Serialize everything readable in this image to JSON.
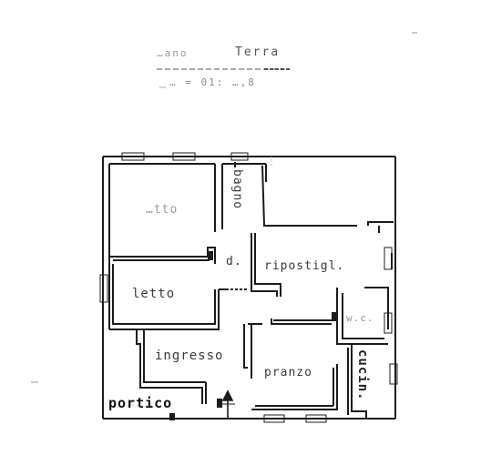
{
  "header": {
    "title_left": "…ano",
    "title_right": "Terra",
    "scale": "… = 01: …,8"
  },
  "rooms": {
    "room_top_left": "…tto",
    "bathroom": "bagno",
    "hall_d": "d.",
    "storage": "ripostigl.",
    "bedroom": "letto",
    "wc": "w.c.",
    "entrance": "ingresso",
    "living": "pranzo",
    "kitchen": "cucin.",
    "porch": "portico"
  },
  "colors": {
    "ink": "#1c1c1c",
    "faint": "#9a9a9a",
    "paper": "#ffffff"
  }
}
